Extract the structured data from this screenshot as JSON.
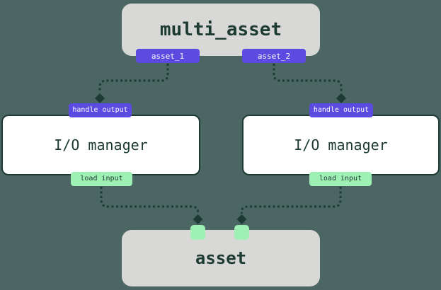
{
  "colors": {
    "background": "#4C6763",
    "panel_gray": "#D8D8D6",
    "panel_white": "#FFFFFF",
    "accent_purple": "#5B4BE1",
    "accent_mint": "#9EF0B4",
    "ink": "#1D3A33",
    "badge_text_light": "#FFFFFF"
  },
  "nodes": {
    "multi_asset": {
      "label": "multi_asset"
    },
    "output_badges": [
      {
        "label": "asset_1"
      },
      {
        "label": "asset_2"
      }
    ],
    "io_manager_left": {
      "label": "I/O manager",
      "top_badge": "handle output",
      "bottom_badge": "load input"
    },
    "io_manager_right": {
      "label": "I/O manager",
      "top_badge": "handle output",
      "bottom_badge": "load input"
    },
    "asset": {
      "label": "asset"
    }
  }
}
